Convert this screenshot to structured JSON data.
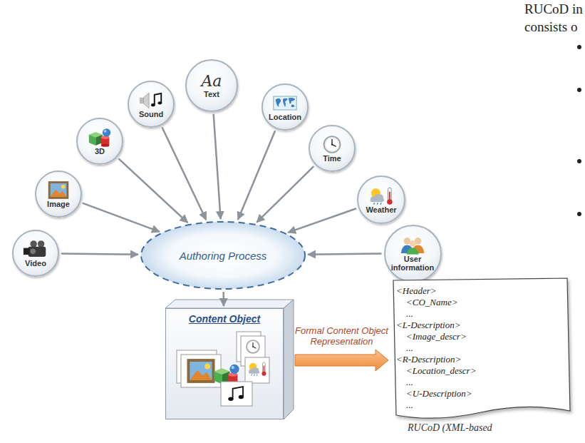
{
  "diagram": {
    "nodes": [
      {
        "text": [
          "Video"
        ]
      },
      {
        "text": [
          "Image"
        ]
      },
      {
        "text": [
          "3D"
        ]
      },
      {
        "text": [
          "Sound"
        ]
      },
      {
        "text": [
          "Aa",
          "Text"
        ]
      },
      {
        "text": [
          "Location"
        ]
      },
      {
        "text": [
          "Time"
        ]
      },
      {
        "text": [
          "Weather"
        ]
      },
      {
        "text": [
          "User information"
        ]
      },
      {
        "text": [
          "Authoring Process"
        ]
      },
      {
        "text": [
          "Content Object"
        ]
      },
      {
        "text": [
          "<Header>",
          "<CO_Name>",
          "...",
          "<L-Description>",
          "<Image_descr>",
          "...",
          "<R-Description>",
          "<Location_descr>",
          "...",
          "<U-Description>",
          "...",
          "RUCoD (XML-based"
        ]
      }
    ],
    "edges": [
      {
        "from": 0,
        "to": 9,
        "arrow": "to"
      },
      {
        "from": 1,
        "to": 9,
        "arrow": "to"
      },
      {
        "from": 2,
        "to": 9,
        "arrow": "to"
      },
      {
        "from": 3,
        "to": 9,
        "arrow": "to"
      },
      {
        "from": 4,
        "to": 9,
        "arrow": "to"
      },
      {
        "from": 5,
        "to": 9,
        "arrow": "to"
      },
      {
        "from": 6,
        "to": 9,
        "arrow": "to"
      },
      {
        "from": 7,
        "to": 9,
        "arrow": "to"
      },
      {
        "from": 8,
        "to": 9,
        "arrow": "to"
      },
      {
        "from": 9,
        "to": 10,
        "arrow": "to"
      },
      {
        "from": 10,
        "to": 11,
        "label": "Formal Content Object Representation",
        "arrow": "to"
      }
    ],
    "labels": [
      "RUCoD in",
      "consists o"
    ]
  }
}
